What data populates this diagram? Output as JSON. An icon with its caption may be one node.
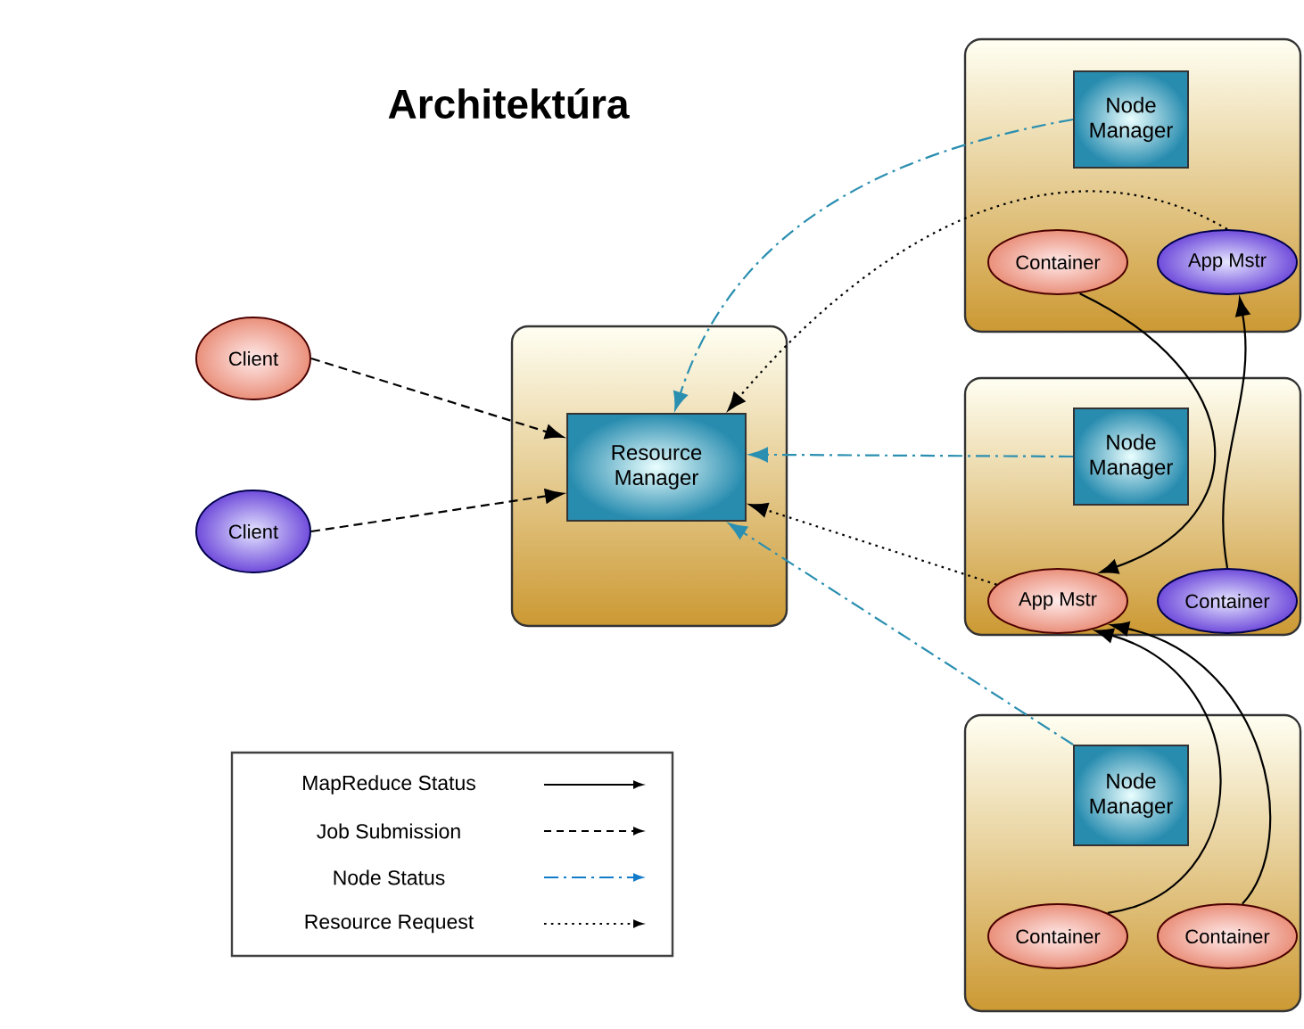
{
  "diagram": {
    "title": "Architektúra",
    "nodes": [
      {
        "text": [
          "Client"
        ]
      },
      {
        "text": [
          "Client"
        ]
      },
      {
        "text": [],
        "shape": "box"
      },
      {
        "text": [
          "Resource Manager"
        ],
        "in": 2
      },
      {
        "text": [],
        "shape": "box"
      },
      {
        "text": [
          "Node Manager"
        ],
        "in": 4
      },
      {
        "text": [
          "Container"
        ],
        "in": 4
      },
      {
        "text": [
          "App Mstr"
        ],
        "in": 4
      },
      {
        "text": [],
        "shape": "box"
      },
      {
        "text": [
          "Node Manager"
        ],
        "in": 8
      },
      {
        "text": [
          "App Mstr"
        ],
        "in": 8
      },
      {
        "text": [
          "Container"
        ],
        "in": 8
      },
      {
        "text": [],
        "shape": "box"
      },
      {
        "text": [
          "Node Manager"
        ],
        "in": 12
      },
      {
        "text": [
          "Container"
        ],
        "in": 12
      },
      {
        "text": [
          "Container"
        ],
        "in": 12
      }
    ],
    "edges": [
      {
        "from": 0,
        "to": 3,
        "arrow": "to",
        "style": "dashed"
      },
      {
        "from": 1,
        "to": 3,
        "arrow": "to",
        "style": "dashed"
      },
      {
        "from": 5,
        "to": 3,
        "arrow": "to",
        "style": "dashed",
        "color": "#2a8fb0"
      },
      {
        "from": 7,
        "to": 3,
        "arrow": "to",
        "style": "dashed"
      },
      {
        "from": 9,
        "to": 3,
        "arrow": "to",
        "style": "dashed",
        "color": "#2a8fb0"
      },
      {
        "from": 10,
        "to": 3,
        "arrow": "to",
        "style": "dashed"
      },
      {
        "from": 13,
        "to": 3,
        "arrow": "to",
        "style": "dashed",
        "color": "#2a8fb0"
      },
      {
        "from": 6,
        "to": 10,
        "arrow": "to"
      },
      {
        "from": 11,
        "to": 7,
        "arrow": "to"
      },
      {
        "from": 14,
        "to": 10,
        "arrow": "to"
      },
      {
        "from": 15,
        "to": 10,
        "arrow": "to"
      }
    ],
    "legend": [
      {
        "text": "MapReduce Status"
      },
      {
        "text": "Job Submission"
      },
      {
        "text": "Node Status"
      },
      {
        "text": "Resource Request"
      }
    ]
  }
}
